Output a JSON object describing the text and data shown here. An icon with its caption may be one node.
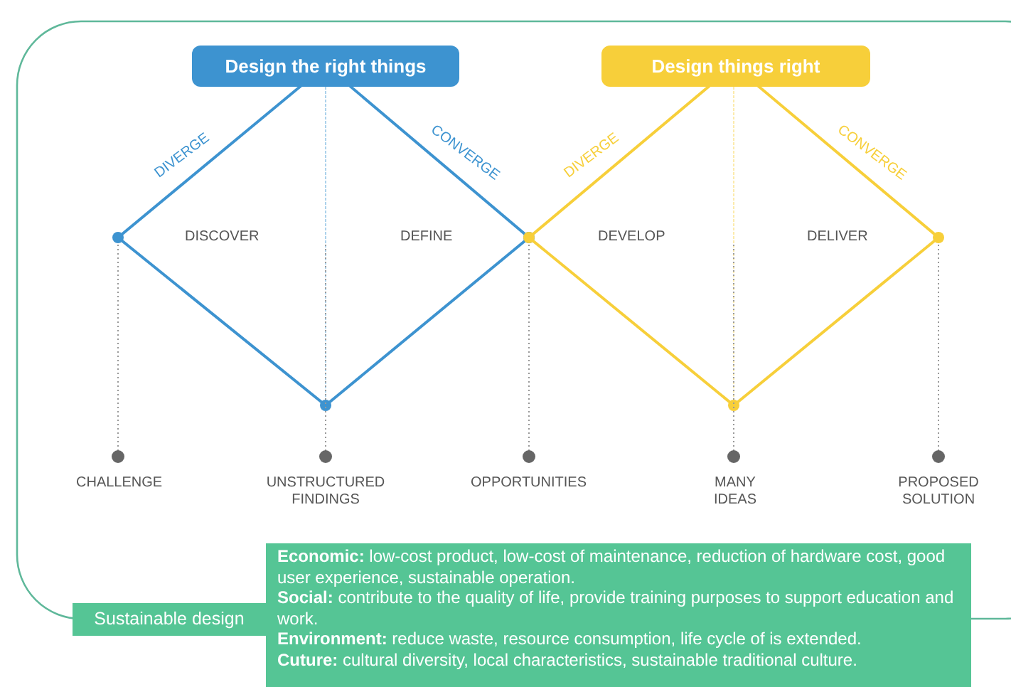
{
  "diagram": {
    "nodes": [
      {
        "text": [
          "Design the right things"
        ]
      },
      {
        "text": [
          "Design things right"
        ]
      },
      {
        "text": [
          "Sustainable design"
        ]
      },
      {
        "text": [
          "**Economic:** low-cost product, low-cost of maintenance, reduction of hardware cost, good user experience, sustainable operation.",
          "**Social:** contribute to the quality of life, provide training purposes to support education and work.",
          "**Environment:** reduce waste, resource consumption, life cycle of is extended.",
          "**Cuture:** cultural diversity, local characteristics, sustainable traditional culture."
        ]
      }
    ],
    "edges": [],
    "labels": [
      "DIVERGE",
      "CONVERGE",
      "DIVERGE",
      "CONVERGE",
      "DISCOVER",
      "DEFINE",
      "DEVELOP",
      "DELIVER",
      "CHALLENGE",
      "UNSTRUCTURED FINDINGS",
      "OPPORTUNITIES",
      "MANY IDEAS",
      "PROPOSED SOLUTION"
    ]
  }
}
